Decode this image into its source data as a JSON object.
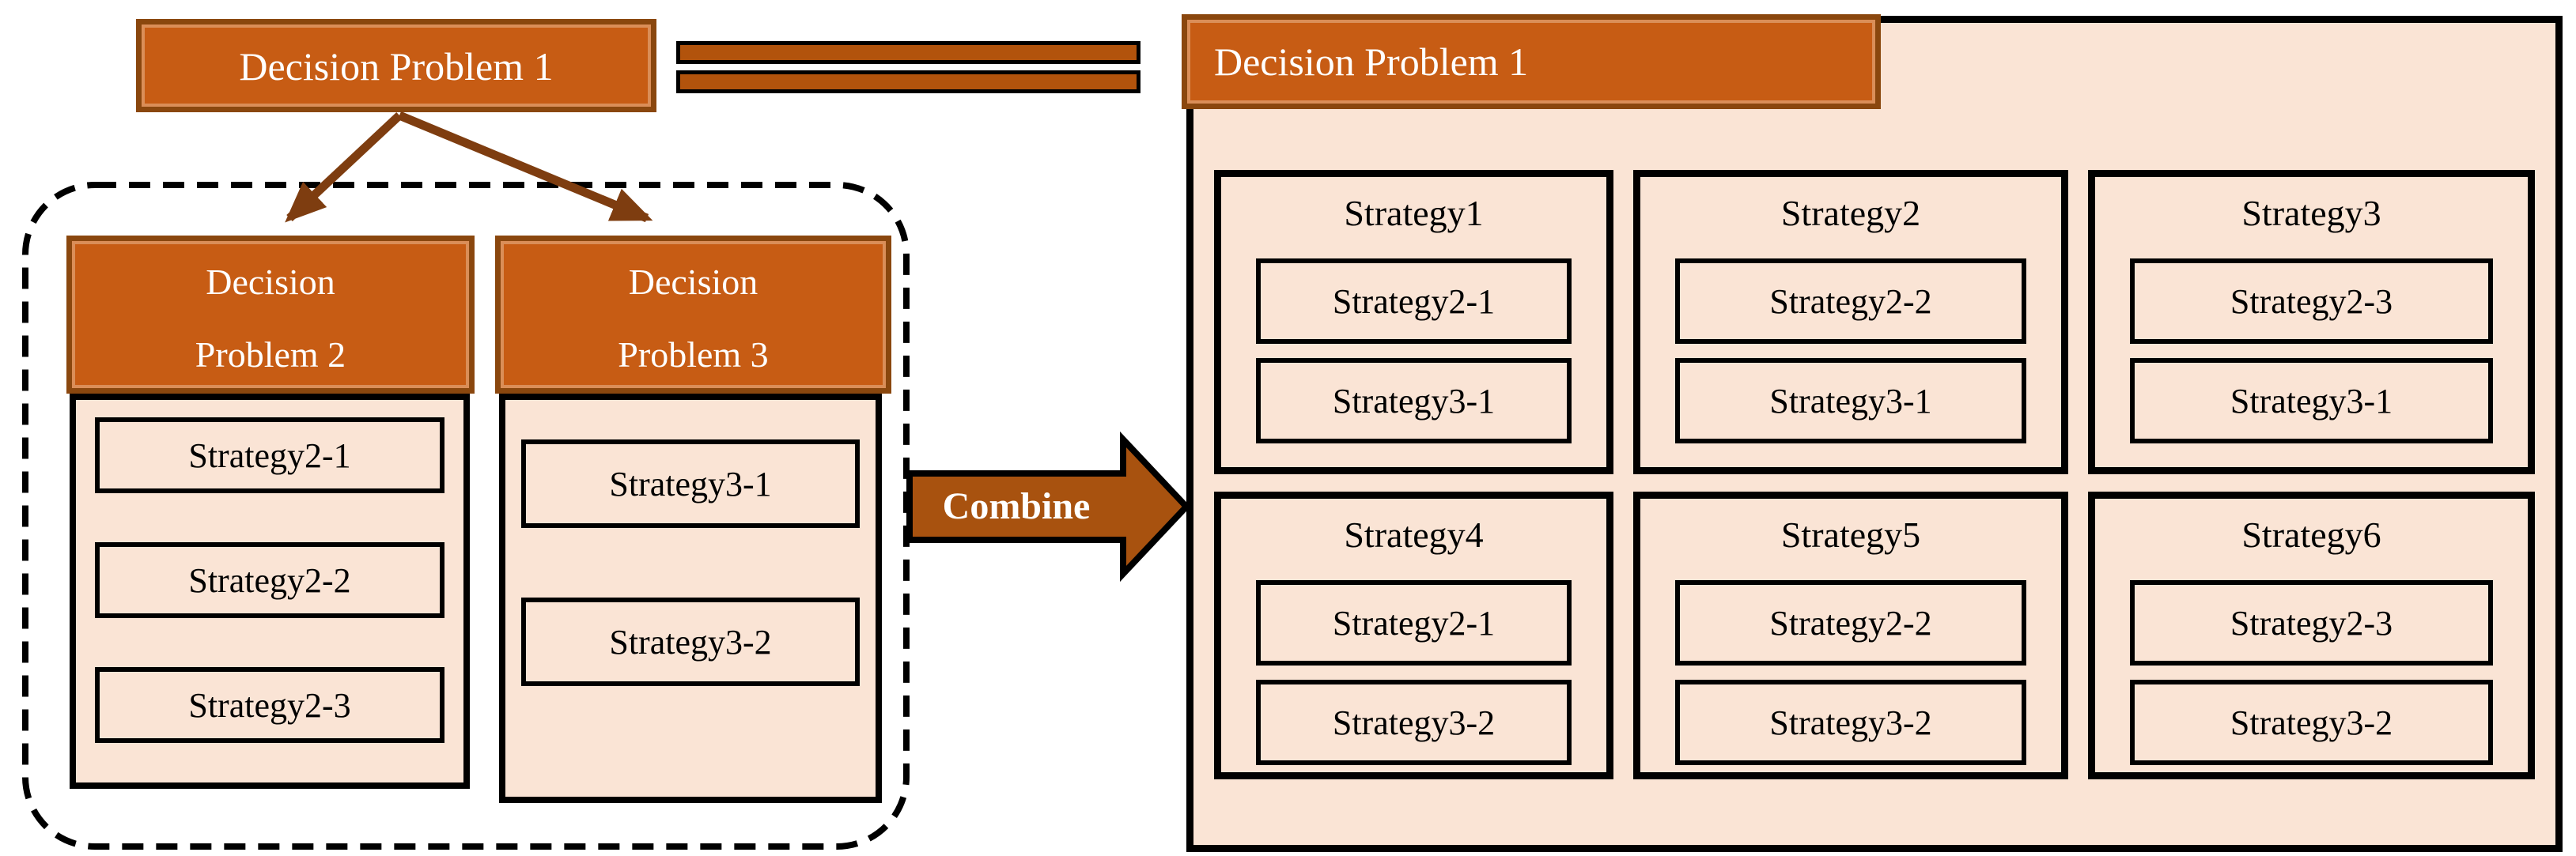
{
  "diagram": {
    "source": {
      "root_label": "Decision Problem 1",
      "subproblems": [
        {
          "title_line1": "Decision",
          "title_line2": "Problem 2",
          "strategies": [
            "Strategy2-1",
            "Strategy2-2",
            "Strategy2-3"
          ]
        },
        {
          "title_line1": "Decision",
          "title_line2": "Problem 3",
          "strategies": [
            "Strategy3-1",
            "Strategy3-2"
          ]
        }
      ]
    },
    "combine_label": "Combine",
    "result": {
      "title": "Decision Problem 1",
      "cells": [
        {
          "title": "Strategy1",
          "items": [
            "Strategy2-1",
            "Strategy3-1"
          ]
        },
        {
          "title": "Strategy2",
          "items": [
            "Strategy2-2",
            "Strategy3-1"
          ]
        },
        {
          "title": "Strategy3",
          "items": [
            "Strategy2-3",
            "Strategy3-1"
          ]
        },
        {
          "title": "Strategy4",
          "items": [
            "Strategy2-1",
            "Strategy3-2"
          ]
        },
        {
          "title": "Strategy5",
          "items": [
            "Strategy2-2",
            "Strategy3-2"
          ]
        },
        {
          "title": "Strategy6",
          "items": [
            "Strategy2-3",
            "Strategy3-2"
          ]
        }
      ]
    },
    "colors": {
      "header_orange": "#C75C14",
      "header_border": "#8A470E",
      "panel_peach": "#FAE4D5",
      "bar_orange": "#B2530C",
      "block_arrow_orange": "#A8520F",
      "connector_brown": "#7E3D10",
      "outline_black": "#000000"
    }
  }
}
